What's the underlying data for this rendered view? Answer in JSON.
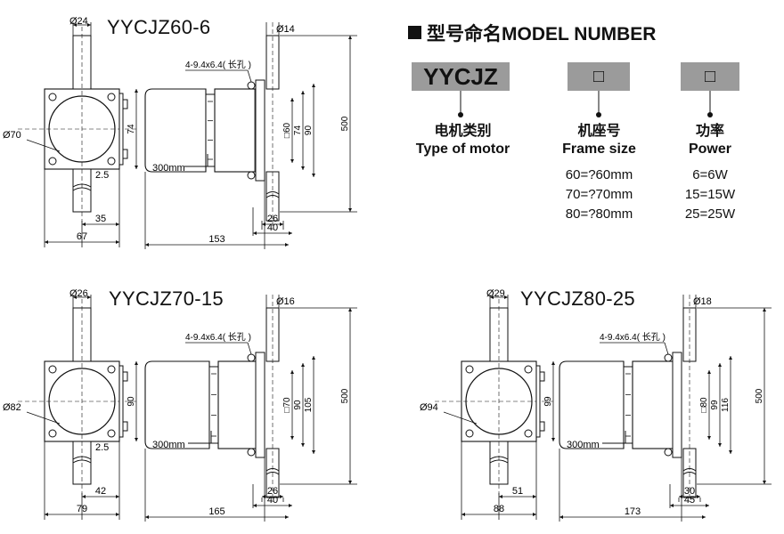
{
  "header": {
    "title": "型号命名MODEL NUMBER"
  },
  "naming": {
    "prefix": "YYCJZ",
    "frame_box": "□",
    "power_box": "□",
    "columns": [
      {
        "zh": "电机类别",
        "en": "Type of motor",
        "options": []
      },
      {
        "zh": "机座号",
        "en": "Frame size",
        "options": [
          "60=?60mm",
          "70=?70mm",
          "80=?80mm"
        ]
      },
      {
        "zh": "功率",
        "en": "Power",
        "options": [
          "6=6W",
          "15=15W",
          "25=25W"
        ]
      }
    ]
  },
  "drawings": [
    {
      "model": "YYCJZ60-6",
      "shaft_dia": "Ø24",
      "small_shaft_dia": "Ø14",
      "flange_dia": "Ø70",
      "flange_h": "74",
      "thick": "2.5",
      "offset": "35",
      "width": "67",
      "length": "153",
      "frame": "□60",
      "d1": "74",
      "d2": "90",
      "total": "500",
      "g1": "26",
      "g2": "40",
      "cable": "300mm",
      "slot": "4-9.4x6.4( 长孔 )"
    },
    {
      "model": "YYCJZ70-15",
      "shaft_dia": "Ø26",
      "small_shaft_dia": "Ø16",
      "flange_dia": "Ø82",
      "flange_h": "90",
      "thick": "2.5",
      "offset": "42",
      "width": "79",
      "length": "165",
      "frame": "□70",
      "d1": "90",
      "d2": "105",
      "total": "500",
      "g1": "26",
      "g2": "40",
      "cable": "300mm",
      "slot": "4-9.4x6.4( 长孔 )"
    },
    {
      "model": "YYCJZ80-25",
      "shaft_dia": "Ø29",
      "small_shaft_dia": "Ø18",
      "flange_dia": "Ø94",
      "flange_h": "99",
      "thick": "",
      "offset": "51",
      "width": "88",
      "length": "173",
      "frame": "□80",
      "d1": "99",
      "d2": "116",
      "total": "500",
      "g1": "30",
      "g2": "45",
      "cable": "300mm",
      "slot": "4-9.4x6.4( 长孔 )"
    }
  ]
}
